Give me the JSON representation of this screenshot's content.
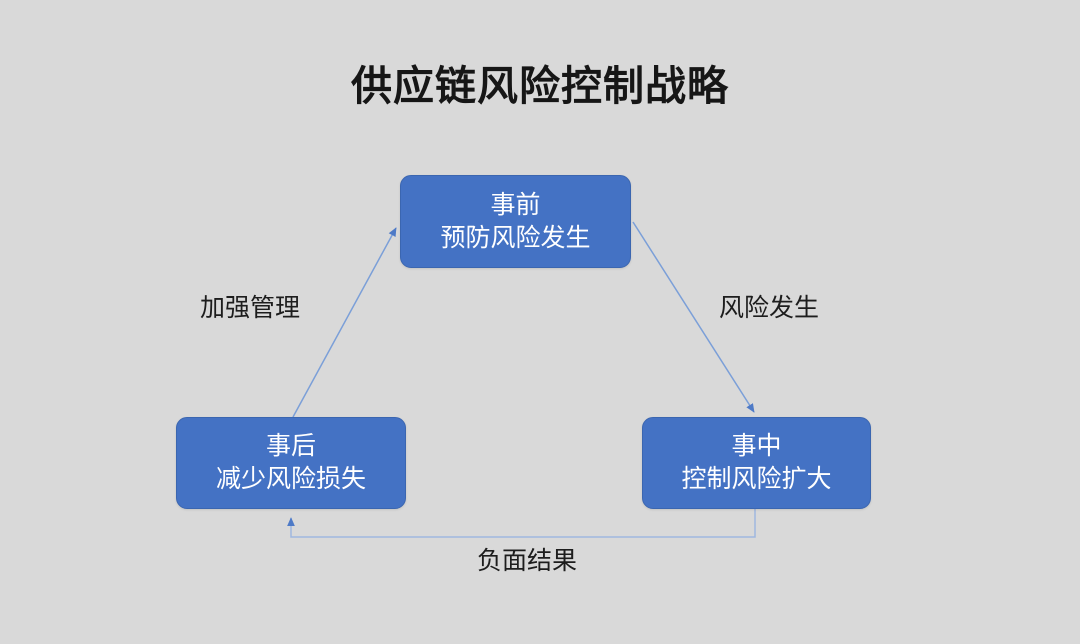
{
  "diagram": {
    "title": "供应链风险控制战略",
    "background_color": "#d9d9d9",
    "node_fill_color": "#4472c4",
    "node_text_color": "#ffffff",
    "connector_color": "#8faadc",
    "type": "cycle-flowchart",
    "nodes": [
      {
        "id": "before",
        "stage": "事前",
        "description": "预防风险发生",
        "position": "top"
      },
      {
        "id": "after",
        "stage": "事后",
        "description": "减少风险损失",
        "position": "bottom-left"
      },
      {
        "id": "during",
        "stage": "事中",
        "description": "控制风险扩大",
        "position": "bottom-right"
      }
    ],
    "edges": [
      {
        "id": "before-to-during",
        "label": "风险发生",
        "from": "before",
        "to": "during",
        "style": "diagonal-arrow"
      },
      {
        "id": "during-to-after",
        "label": "负面结果",
        "from": "during",
        "to": "after",
        "style": "elbow-arrow"
      },
      {
        "id": "after-to-before",
        "label": "加强管理",
        "from": "after",
        "to": "before",
        "style": "diagonal-arrow"
      }
    ]
  }
}
